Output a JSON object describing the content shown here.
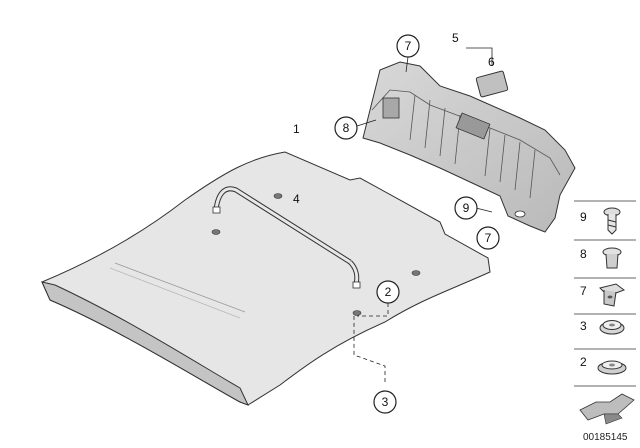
{
  "callouts": {
    "c1": "1",
    "c2": "2",
    "c3": "3",
    "c4": "4",
    "c5": "5",
    "c6": "6",
    "c7a": "7",
    "c7b": "7",
    "c8": "8",
    "c9": "9"
  },
  "legend": {
    "items": [
      {
        "label": "9",
        "icon": "screw-icon"
      },
      {
        "label": "8",
        "icon": "expanding-rivet-icon"
      },
      {
        "label": "7",
        "icon": "clip-nut-icon"
      },
      {
        "label": "3",
        "icon": "round-clip-icon"
      },
      {
        "label": "2",
        "icon": "flat-clip-icon"
      }
    ]
  },
  "reference_number": "00185145"
}
